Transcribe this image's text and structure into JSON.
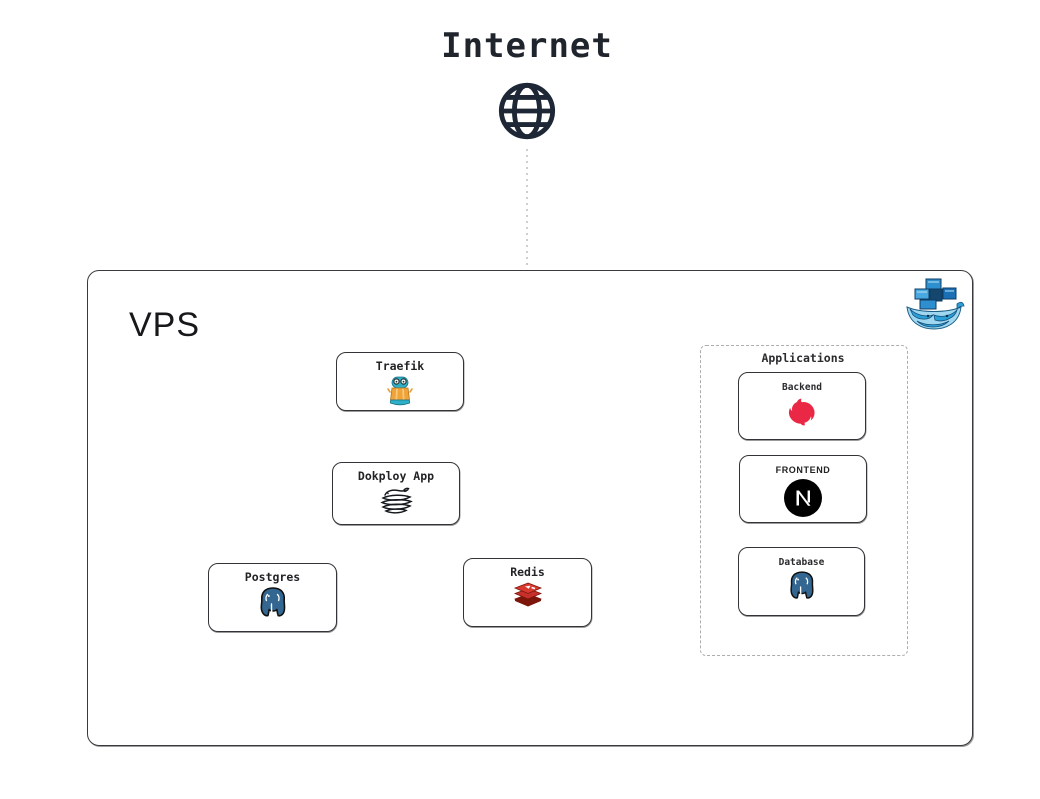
{
  "internet": {
    "label": "Internet",
    "icon": "globe-icon"
  },
  "vps": {
    "label": "VPS",
    "corner_icon": "docker-logo"
  },
  "nodes": [
    {
      "id": "traefik",
      "label": "Traefik",
      "icon": "traefik-mascot-icon"
    },
    {
      "id": "dokploy",
      "label": "Dokploy App",
      "icon": "dokploy-whale-icon"
    },
    {
      "id": "postgres",
      "label": "Postgres",
      "icon": "postgresql-elephant-icon"
    },
    {
      "id": "redis",
      "label": "Redis",
      "icon": "redis-stack-icon"
    }
  ],
  "applications": {
    "label": "Applications",
    "children": [
      {
        "id": "backend",
        "label": "Backend",
        "icon": "nestjs-icon"
      },
      {
        "id": "frontend",
        "label": "FRONTEND",
        "icon": "nextjs-icon"
      },
      {
        "id": "database",
        "label": "Database",
        "icon": "postgresql-elephant-icon"
      }
    ]
  },
  "edges": [
    {
      "from": "internet",
      "to": "vps-border",
      "style": "dotted-light",
      "arrow": false
    },
    {
      "from": "vps-border",
      "to": "traefik",
      "style": "dotted-light",
      "arrow": false
    },
    {
      "from": "traefik",
      "to": "dokploy",
      "style": "dashed-dark",
      "arrow": true
    },
    {
      "from": "dokploy",
      "to": "postgres",
      "style": "dashed-dark",
      "arrow": true
    },
    {
      "from": "dokploy",
      "to": "redis",
      "style": "dashed-dark",
      "arrow": true
    },
    {
      "from": "traefik",
      "to": "backend",
      "style": "dotted-light",
      "arrow": true
    },
    {
      "from": "traefik",
      "to": "frontend",
      "style": "dotted-light",
      "arrow": true
    }
  ],
  "colors": {
    "ink": "#20242c",
    "box_border": "#343438",
    "dashed_group_border": "#adadad",
    "edge_dark": "#3a3a3a",
    "edge_light": "#a0a0a0",
    "nestjs_red": "#ea2845",
    "nextjs_black": "#000000",
    "postgres_blue": "#336791",
    "redis_red": "#c6302b",
    "traefik_orange": "#f0a33a",
    "traefik_teal": "#2fb0c7",
    "docker_blue": "#1d8fd1"
  }
}
